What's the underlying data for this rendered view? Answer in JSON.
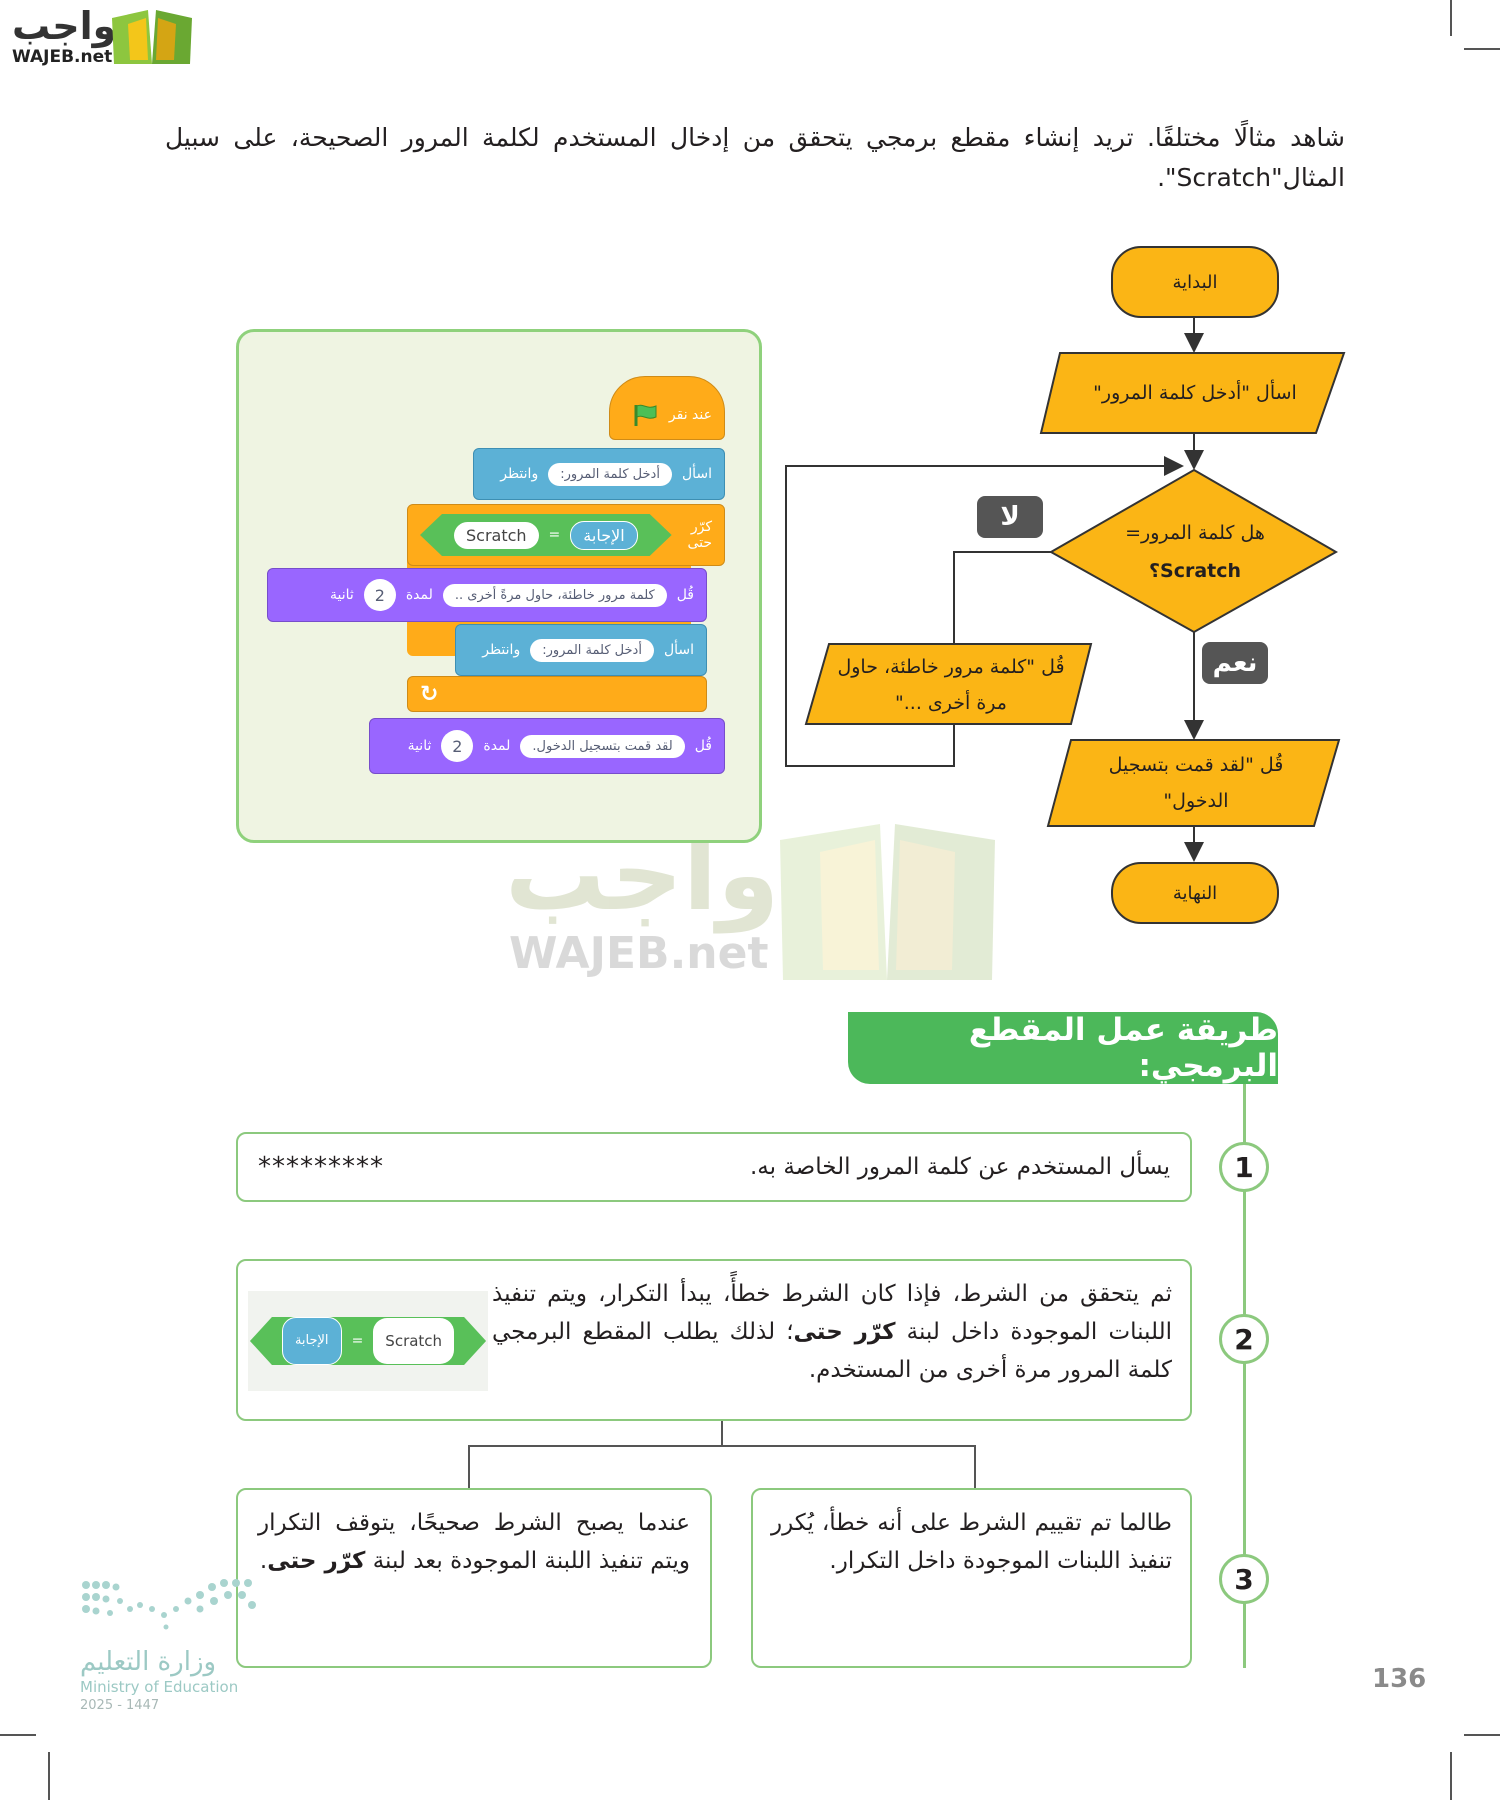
{
  "logo": {
    "arabic": "واجب",
    "latin": "WAJEB.net"
  },
  "watermark": {
    "arabic": "واجب",
    "latin": "WAJEB.net"
  },
  "intro": {
    "text": "شاهد مثالًا مختلفًا. تريد إنشاء مقطع برمجي يتحقق من إدخال المستخدم لكلمة المرور الصحيحة، على سبيل المثال\"Scratch\"."
  },
  "flowchart": {
    "start": "البداية",
    "ask_line1": "اسأل \"أدخل كلمة المرور\"",
    "decision_line1": "هل كلمة المرور=",
    "decision_line2": "Scratch؟",
    "no_label": "لا",
    "yes_label": "نعم",
    "wrong_line1": "قُل \"كلمة مرور خاطئة، حاول",
    "wrong_line2": "مرة أخرى ...\"",
    "success_line1": "قُل \"لقد قمت بتسجيل",
    "success_line2": "الدخول\"",
    "end": "النهاية"
  },
  "scratch": {
    "hat_label": "عند نقر",
    "ask_label": "اسأل",
    "ask_text": "أدخل كلمة المرور:",
    "wait_label": "وانتظر",
    "repeat_label": "كرّر حتى",
    "answer_label": "الإجابة",
    "equals": "=",
    "scratch_value": "Scratch",
    "say_label": "قُل",
    "wrong_text": "كلمة مرور خاطئة، حاول مرةً أخرى ..",
    "for_label": "لمدة",
    "seconds_value": "2",
    "seconds_label": "ثانية",
    "ask2_text": "أدخل كلمة المرور:",
    "loop_arrow": "↻",
    "success_text": "لقد قمت بتسجيل الدخول."
  },
  "section": {
    "title": "طريقة عمل المقطع البرمجي:"
  },
  "steps": {
    "s1_number": "1",
    "s1_text": "يسأل المستخدم عن كلمة المرور الخاصة به.",
    "s1_mask": "*********",
    "s2_number": "2",
    "s2_text_a": "ثم يتحقق من الشرط، فإذا كان الشرط خطأً، يبدأ التكرار، ويتم تنفيذ اللبنات الموجودة داخل لبنة ",
    "s2_bold": "كرّر حتى",
    "s2_text_b": "؛ لذلك يطلب المقطع البرمجي كلمة المرور مرة أخرى من المستخدم.",
    "s3_number": "3",
    "s3_right_text": "طالما تم تقييم الشرط على أنه خطأ، يُكرر تنفيذ اللبنات الموجودة داخل التكرار.",
    "s3_left_text_a": "عندما يصبح الشرط صحيحًا، يتوقف التكرار ويتم تنفيذ اللبنة الموجودة بعد لبنة ",
    "s3_left_bold": "كرّر حتى",
    "s3_left_text_b": "."
  },
  "ministry": {
    "arabic": "وزارة التعليم",
    "english": "Ministry of Education",
    "year": "2025 - 1447"
  },
  "page_number": "136",
  "colors": {
    "flow_yellow": "#fbb515",
    "green_accent": "#4cb85a",
    "box_border": "#8cc97e"
  }
}
